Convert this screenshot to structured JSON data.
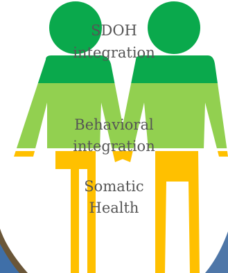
{
  "layers": [
    {
      "id": "sdoh",
      "lines": [
        "SDOH",
        "integration"
      ],
      "color": "#0aa94c"
    },
    {
      "id": "behavioral",
      "lines": [
        "Behavioral",
        "integration"
      ],
      "color": "#92d050"
    },
    {
      "id": "somatic",
      "lines": [
        "Somatic",
        "Health"
      ],
      "color": "#ffc000"
    }
  ],
  "colors": {
    "background": "#ffffff",
    "circle": "#ffffff",
    "divider": "#ffffff"
  }
}
